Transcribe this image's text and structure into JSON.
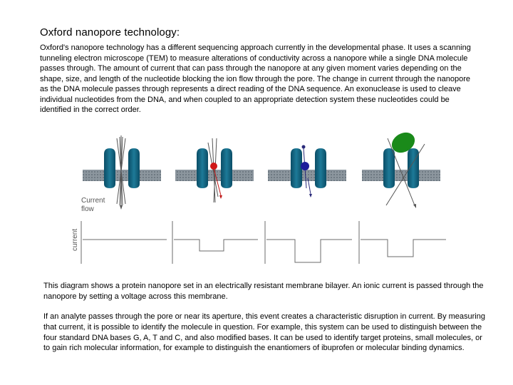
{
  "document": {
    "title": "Oxford nanopore technology:",
    "intro": "Oxford's nanopore technology has a different sequencing approach currently in the developmental phase. It uses a scanning tunneling electron microscope (TEM) to measure alterations of conductivity across a nanopore while a single DNA molecule passes through. The amount of current that can pass through the nanopore at any given moment varies depending on the shape, size, and length of the nucleotide blocking the ion flow through the pore. The change in current through the nanopore as the DNA molecule passes through represents a direct reading of the DNA sequence. An exonuclease is used to cleave individual nucleotides from the DNA, and when coupled to an appropriate detection system these nucleotides could be identified in the correct order.",
    "caption_1": "This diagram shows a protein nanopore set in an electrically resistant membrane bilayer. An ionic current is passed through the nanopore by setting a voltage across this membrane.",
    "caption_2": "If an analyte passes through the pore or near its aperture, this event creates a characteristic disruption in current. By measuring that current, it is possible to identify the molecule in question. For example, this system can be used to distinguish between the four standard DNA bases G, A, T and C, and also modified bases. It can be used to identify target proteins, small molecules, or to gain rich molecular information, for example to distinguish the enantiomers of ibuprofen or molecular binding dynamics."
  },
  "figure": {
    "current_flow_label": "Current flow",
    "current_axis_label": "current",
    "colors": {
      "membrane": "#7f8a93",
      "pore": "#0f5d78",
      "red_analyte": "#d01818",
      "blue_analyte": "#1d1d9a",
      "green_analyte": "#1a8a1a",
      "arrow_blue": "#2a2a7a",
      "arrow_red": "#c01818"
    }
  }
}
